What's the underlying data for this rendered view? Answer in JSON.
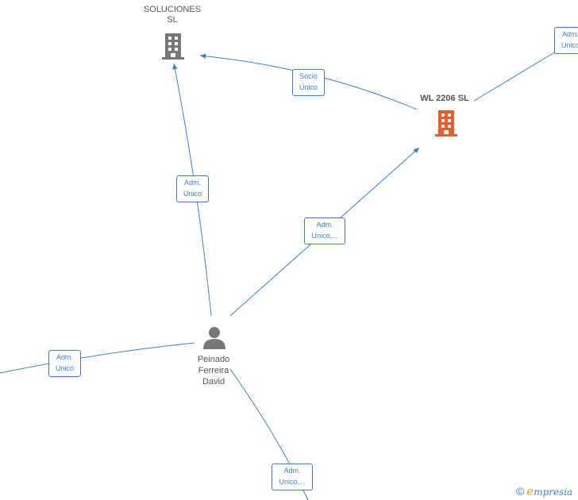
{
  "nodes": {
    "company_top": {
      "lines": [
        "SOLUCIONES",
        "SL"
      ],
      "color": "#777777"
    },
    "company_wl": {
      "lines": [
        "WL 2206  SL"
      ],
      "color": "#f05a28"
    },
    "person": {
      "lines": [
        "Peinado",
        "Ferreira",
        "David"
      ],
      "color": "#777777"
    }
  },
  "edges": {
    "socio": [
      "Socio",
      "Único"
    ],
    "adm_top": [
      "Adm.",
      "Unico"
    ],
    "adm_wl": [
      "Adm.",
      "Unico,..."
    ],
    "adm_left": [
      "Adm.",
      "Unico"
    ],
    "adm_bottom": [
      "Adm.",
      "Unico,..."
    ],
    "adm_topright": [
      "Adm.",
      "Unico"
    ]
  },
  "colors": {
    "edge": "#3b7fd4",
    "label_border": "#3b7fd4"
  },
  "watermark": {
    "symbol": "©",
    "brand_initial": "e",
    "brand_rest": "mpresia"
  }
}
